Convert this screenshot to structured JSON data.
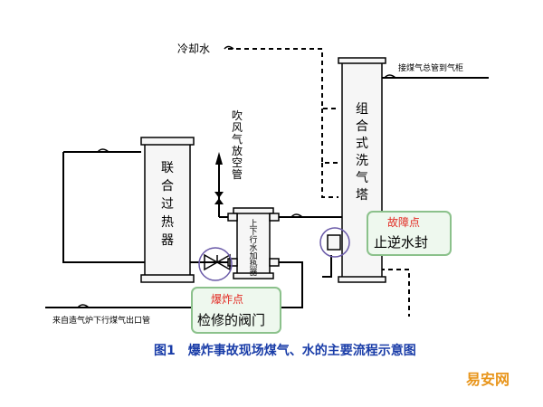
{
  "labels": {
    "cooling_water": "冷却水",
    "gas_main": "接煤气总管到气柜",
    "vent_pipe": "吹风气放空管",
    "superheater": "联合过热器",
    "heater": "上下行水加热器",
    "scrubber": "组合式洗气塔",
    "inlet": "来自造气炉下行煤气出口管"
  },
  "callouts": {
    "fault_title": "故障点",
    "fault_text": "止逆水封",
    "explosion_title": "爆炸点",
    "explosion_text": "检修的阀门"
  },
  "caption": "图1　爆炸事故现场煤气、水的主要流程示意图",
  "brand": "易安网",
  "colors": {
    "callout_border": "#8bc18b",
    "callout_fill": "#eef8ee",
    "highlight_circle": "#6a5aa8",
    "red_text": "#e32b24",
    "caption_blue": "#1a3da8",
    "brand_orange": "#e8951b"
  }
}
